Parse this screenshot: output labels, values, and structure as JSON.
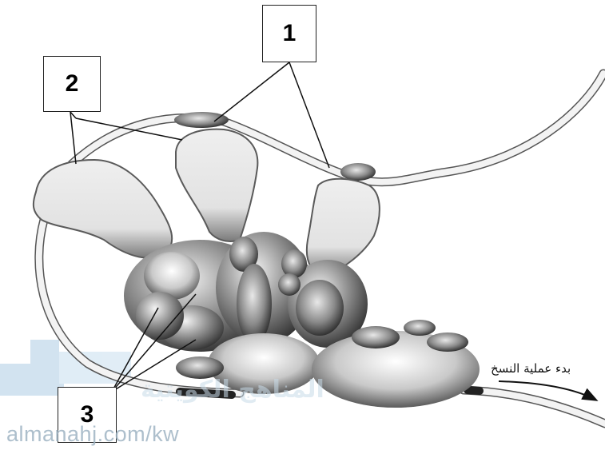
{
  "labels": {
    "one": "1",
    "two": "2",
    "three": "3"
  },
  "caption_arabic": "بدء عملية النسخ",
  "watermark": {
    "text": "almanahj.com/kw",
    "arabic": "المناهج الكويتية"
  },
  "colors": {
    "strand_fill": "#f2f2f2",
    "strand_edge": "#555555",
    "blob_dark": "#3a3a3a",
    "blob_light": "#eeeeee",
    "watermark": "#9fb4c4"
  }
}
